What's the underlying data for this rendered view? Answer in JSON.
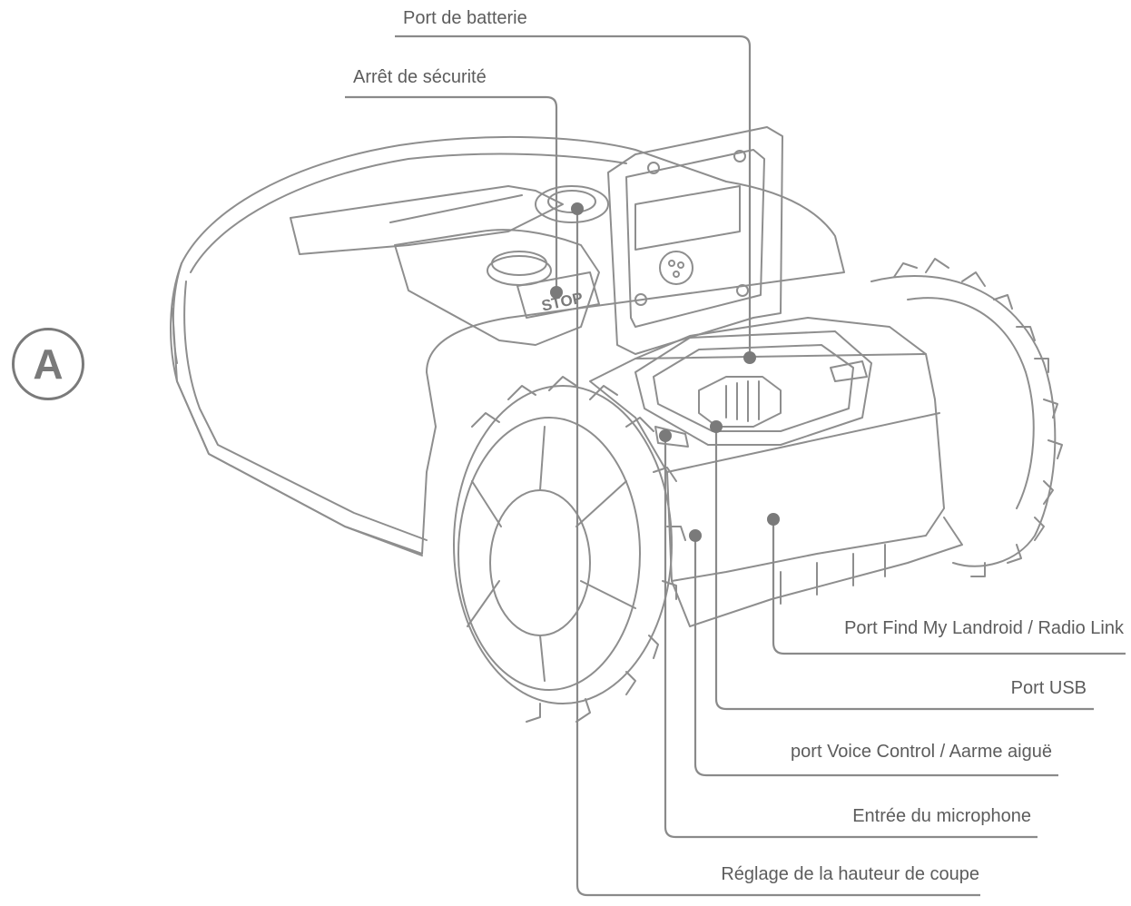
{
  "figure_label": "A",
  "callouts": {
    "battery_port": "Port de batterie",
    "safety_stop": "Arrêt de sécurité",
    "stop_button_text": "STOP",
    "find_my_landroid": "Port Find My Landroid / Radio Link",
    "usb_port": "Port USB",
    "voice_control": "port Voice Control / Aarme aiguë",
    "microphone": "Entrée du microphone",
    "cutting_height": "Réglage de la hauteur de coupe"
  },
  "colors": {
    "line": "#8a8a8a",
    "text": "#5c5c5c",
    "dot": "#7a7a7a"
  }
}
